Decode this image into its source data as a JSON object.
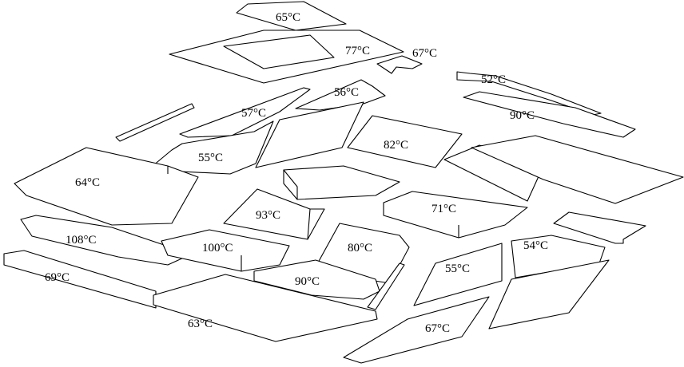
{
  "figure": {
    "background_color": "#ffffff",
    "line_color": "#000000",
    "labels": {
      "l65_top": "65°C",
      "l77": "77°C",
      "l67_top": "67°C",
      "l52": "52°C",
      "l56": "56°C",
      "l57": "57°C",
      "l90_right": "90°C",
      "l55_left": "55°C",
      "l82": "82°C",
      "l64": "64°C",
      "l93": "93°C",
      "l71": "71°C",
      "l108": "108°C",
      "l100": "100°C",
      "l80": "80°C",
      "l54": "54°C",
      "l55_right": "55°C",
      "l69": "69°C",
      "l90_center": "90°C",
      "l63": "63°C",
      "l67_bottom": "67°C"
    }
  }
}
